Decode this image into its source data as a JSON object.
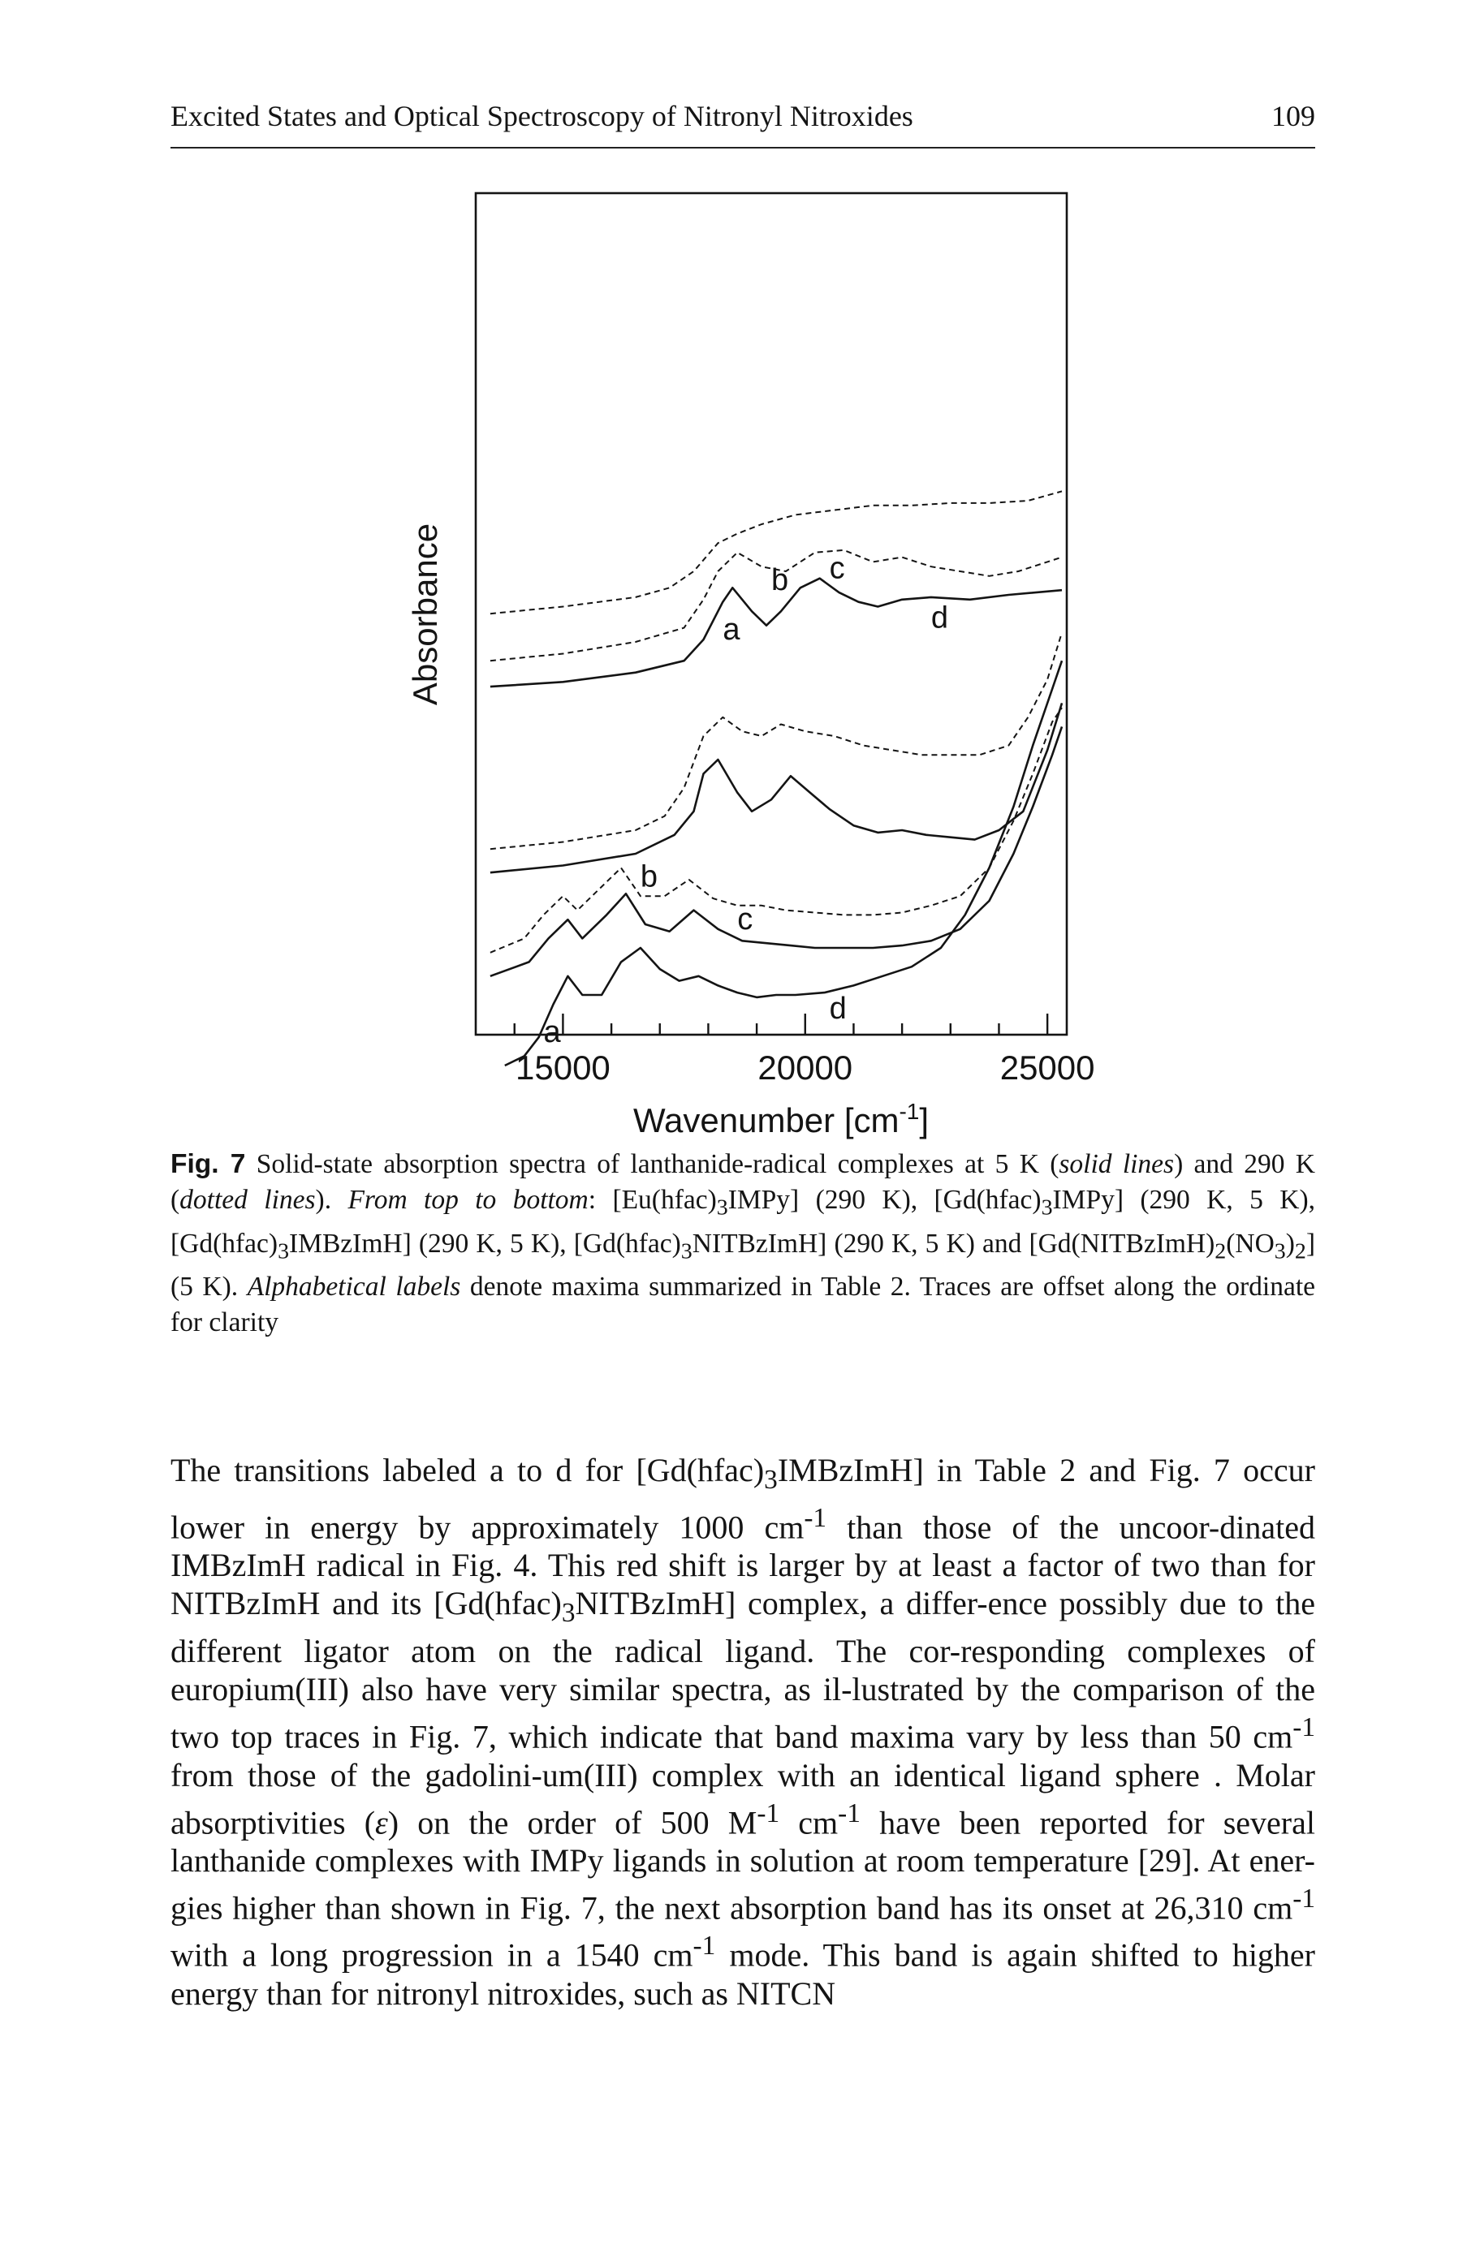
{
  "header": {
    "running_title": "Excited States and Optical Spectroscopy of Nitronyl Nitroxides",
    "page_number": "109"
  },
  "figure": {
    "chart_data": {
      "type": "line",
      "title": "",
      "xlabel": "Wavenumber [cm",
      "xlabel_superscript": "-1",
      "xlabel_close": "]",
      "ylabel": "Absorbance",
      "xlim": [
        13200,
        25400
      ],
      "x_ticks": [
        "15000",
        "20000",
        "25000"
      ],
      "y_ticks": [],
      "grid": false,
      "legend": "none",
      "peak_labels": {
        "upper": [
          "a",
          "b",
          "c",
          "d"
        ],
        "lower": [
          "a",
          "b",
          "c",
          "d"
        ]
      },
      "series": [
        {
          "style": "dotted",
          "offset": 8.6,
          "x": [
            13500,
            15000,
            16500,
            17200,
            17700,
            18200,
            18600,
            19100,
            19800,
            20600,
            21400,
            22200,
            23000,
            23800,
            24600,
            25300
          ],
          "y": [
            0.0,
            0.15,
            0.35,
            0.55,
            0.9,
            1.5,
            1.7,
            1.9,
            2.1,
            2.2,
            2.3,
            2.3,
            2.35,
            2.35,
            2.4,
            2.6
          ]
        },
        {
          "style": "dotted",
          "offset": 7.6,
          "x": [
            13500,
            15000,
            16500,
            17500,
            17900,
            18200,
            18600,
            19100,
            19600,
            20200,
            20800,
            21400,
            22000,
            22600,
            23200,
            23800,
            24400,
            25300
          ],
          "y": [
            0.0,
            0.15,
            0.4,
            0.7,
            1.3,
            1.9,
            2.3,
            2.0,
            1.9,
            2.3,
            2.35,
            2.1,
            2.2,
            2.0,
            1.9,
            1.8,
            1.9,
            2.2
          ]
        },
        {
          "style": "solid",
          "offset": 7.05,
          "x": [
            13500,
            15000,
            16500,
            17500,
            17900,
            18300,
            18500,
            18900,
            19200,
            19500,
            19900,
            20300,
            20700,
            21100,
            21500,
            22000,
            22600,
            23400,
            24200,
            25300
          ],
          "y": [
            0.0,
            0.1,
            0.3,
            0.55,
            1.0,
            1.8,
            2.1,
            1.6,
            1.3,
            1.6,
            2.1,
            2.3,
            2.0,
            1.8,
            1.7,
            1.85,
            1.9,
            1.85,
            1.95,
            2.05
          ]
        },
        {
          "style": "dotted",
          "offset": 3.6,
          "x": [
            13500,
            15000,
            16500,
            17100,
            17500,
            17900,
            18300,
            18700,
            19100,
            19500,
            20000,
            20600,
            21200,
            21800,
            22400,
            23000,
            23600,
            24200,
            24600,
            25000,
            25300
          ],
          "y": [
            0.0,
            0.15,
            0.4,
            0.7,
            1.3,
            2.4,
            2.8,
            2.5,
            2.4,
            2.65,
            2.5,
            2.4,
            2.2,
            2.1,
            2.0,
            2.0,
            2.0,
            2.2,
            2.8,
            3.6,
            4.6
          ]
        },
        {
          "style": "solid",
          "offset": 3.1,
          "x": [
            13500,
            15000,
            16500,
            17300,
            17700,
            17900,
            18200,
            18600,
            18900,
            19300,
            19700,
            20100,
            20500,
            21000,
            21500,
            22000,
            22500,
            23000,
            23500,
            24000,
            24500,
            25000,
            25300
          ],
          "y": [
            0.0,
            0.15,
            0.4,
            0.8,
            1.3,
            2.1,
            2.4,
            1.7,
            1.3,
            1.55,
            2.05,
            1.7,
            1.35,
            1.0,
            0.85,
            0.9,
            0.8,
            0.75,
            0.7,
            0.9,
            1.3,
            2.6,
            3.6
          ]
        },
        {
          "style": "dotted",
          "offset": 1.4,
          "x": [
            13500,
            14200,
            14600,
            15000,
            15300,
            15800,
            16200,
            16600,
            17100,
            17600,
            18100,
            18600,
            19100,
            19600,
            20200,
            20800,
            21400,
            22000,
            22600,
            23200,
            23800,
            24300,
            24700,
            25100,
            25300
          ],
          "y": [
            0.0,
            0.3,
            0.8,
            1.2,
            0.9,
            1.4,
            1.8,
            1.2,
            1.2,
            1.55,
            1.15,
            1.0,
            1.0,
            0.9,
            0.85,
            0.8,
            0.8,
            0.85,
            1.0,
            1.2,
            1.8,
            2.8,
            3.8,
            4.9,
            5.2
          ]
        },
        {
          "style": "solid",
          "offset": 0.9,
          "x": [
            13500,
            14300,
            14700,
            15100,
            15400,
            15900,
            16300,
            16700,
            17200,
            17700,
            18200,
            18700,
            19200,
            19700,
            20200,
            20800,
            21400,
            22000,
            22600,
            23200,
            23800,
            24300,
            24700,
            25100,
            25300
          ],
          "y": [
            0.0,
            0.3,
            0.8,
            1.2,
            0.8,
            1.3,
            1.75,
            1.1,
            0.95,
            1.4,
            1.0,
            0.75,
            0.7,
            0.65,
            0.6,
            0.6,
            0.6,
            0.65,
            0.75,
            1.0,
            1.6,
            2.6,
            3.6,
            4.7,
            5.3
          ]
        },
        {
          "style": "solid",
          "offset": -1.0,
          "x": [
            13800,
            14200,
            14500,
            14800,
            15100,
            15400,
            15800,
            16200,
            16600,
            17000,
            17400,
            17800,
            18200,
            18600,
            19000,
            19400,
            19800,
            20400,
            21000,
            21600,
            22200,
            22800,
            23300,
            23800,
            24300,
            24700,
            25100,
            25300
          ],
          "y": [
            0.0,
            0.2,
            0.6,
            1.3,
            1.9,
            1.5,
            1.5,
            2.2,
            2.5,
            2.05,
            1.8,
            1.9,
            1.7,
            1.55,
            1.45,
            1.5,
            1.5,
            1.55,
            1.7,
            1.9,
            2.1,
            2.5,
            3.2,
            4.2,
            5.5,
            6.8,
            8.0,
            8.6
          ]
        }
      ]
    }
  },
  "caption": {
    "label": "Fig. 7",
    "text_1": " Solid-state absorption spectra of lanthanide-radical complexes at 5 K (",
    "solid": "solid lines",
    "text_2": ") and 290 K (",
    "dotted": "dotted lines",
    "text_3": "). ",
    "from": "From top to bottom",
    "text_4": ": [Eu(hfac)",
    "text_5": "IMPy] (290 K), [Gd(hfac)",
    "text_6": "IMPy] (290 K, 5 K), [Gd(hfac)",
    "text_7": "IMBzImH] (290 K, 5 K), [Gd(hfac)",
    "text_8": "NITBzImH] (290 K, 5 K) and [Gd(NITBzImH)",
    "text_9": "(NO",
    "text_10": ")",
    "text_11": "] (5 K). ",
    "alpha": "Alphabetical labels",
    "text_12": " denote maxima summarized in Table 2. Traces are offset along the ordinate for clarity",
    "sub_3": "3",
    "sub_2": "2"
  },
  "body": {
    "s1": "The transitions labeled a to d for [Gd(hfac)",
    "s2": "IMBzImH] in Table 2 and Fig. 7 occur lower in energy by approximately 1000 cm",
    "s3": " than those of the uncoor-dinated IMBzImH radical in Fig. 4. This red shift is larger by at least a factor of two than for NITBzImH and its [Gd(hfac)",
    "s4": "NITBzImH] complex, a differ-ence possibly due to the different ligator atom on the radical ligand. The cor-responding complexes of europium(III) also have very similar spectra, as il-lustrated by the comparison of the two top traces in Fig. 7, which indicate that band maxima vary by less than 50 cm",
    "s5": " from those of the gadolini-um(III) complex with an identical ligand sphere . Molar absorptivities (",
    "epsilon": "ε",
    "s6": ") on the order of 500 M",
    "s7": " cm",
    "s8": " have been reported for several lanthanide complexes with IMPy ligands in solution at room temperature [29]. At ener-gies higher than shown in Fig. 7, the next absorption band has its onset at 26,310 cm",
    "s9": " with a long progression in a 1540 cm",
    "s10": " mode. This band is again shifted to higher energy than for nitronyl nitroxides, such as NITCN",
    "sup_neg1": "-1",
    "sub_3": "3"
  }
}
